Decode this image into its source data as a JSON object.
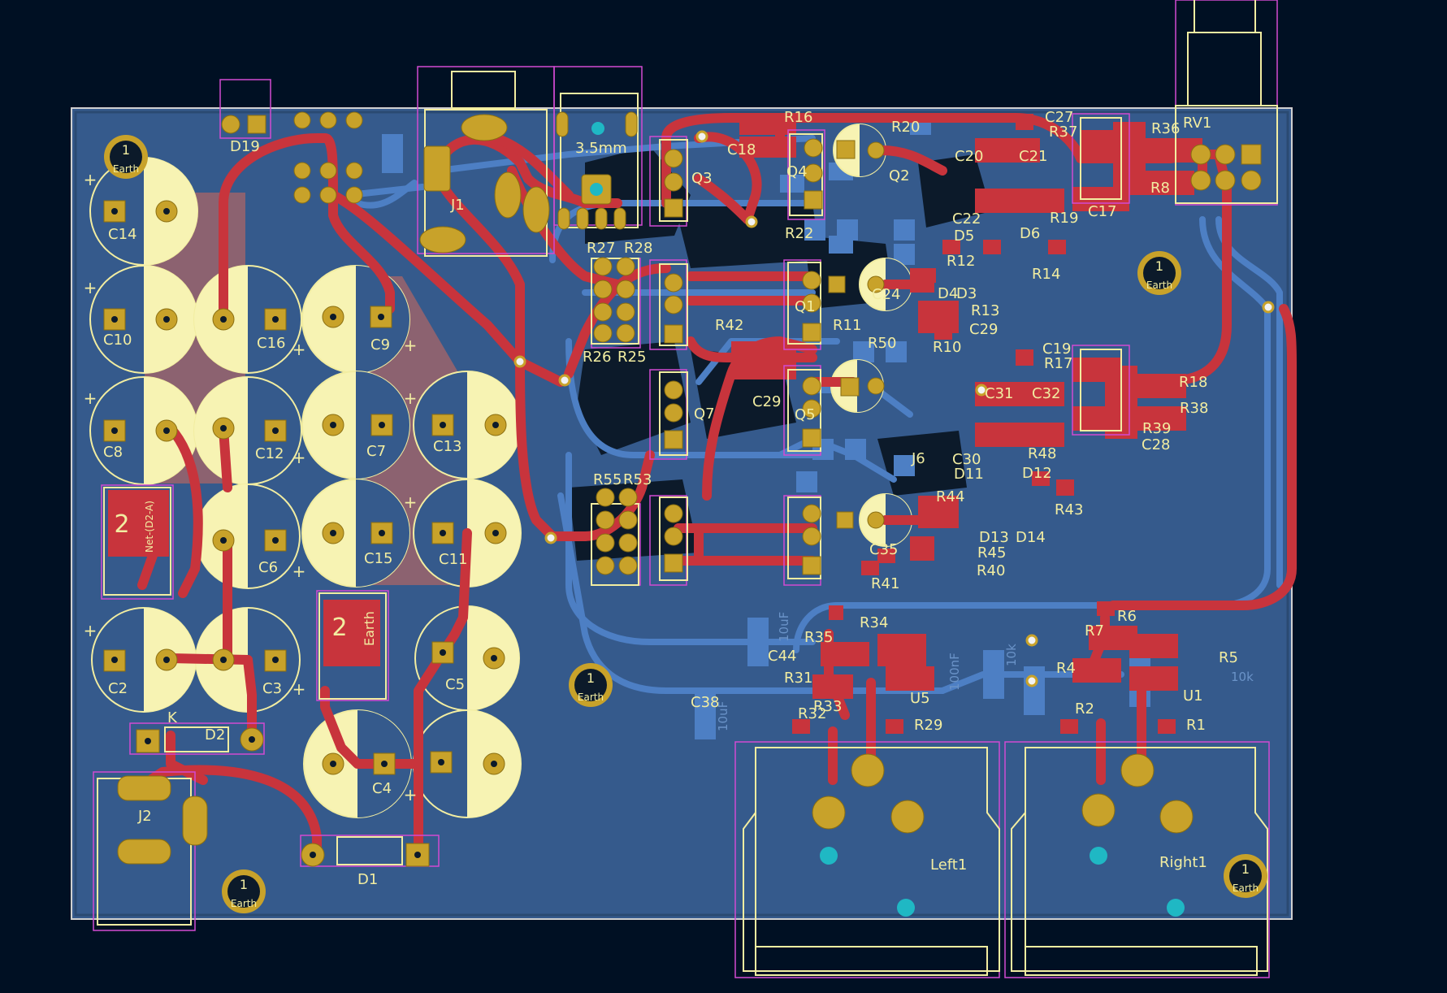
{
  "colors": {
    "background": "#001023",
    "board": "#2c4f7e",
    "board_fill": "#355a8c",
    "back_copper": "#4d7fc4",
    "front_copper": "#c8343c",
    "silkscreen": "#f2eda1",
    "pad": "#c8a22a",
    "courtyard": "#d24ad2",
    "drill": "#1fb8c4",
    "edge": "#d0d0d0",
    "cap_fill": "#f7f3b3"
  },
  "mounting_holes": {
    "pad": "1",
    "net": "Earth"
  },
  "reference_labels": [
    "D19",
    "C14",
    "C10",
    "C8",
    "C16",
    "C12",
    "C9",
    "C7",
    "C13",
    "C6",
    "C15",
    "C11",
    "C2",
    "C3",
    "C4",
    "C5",
    "D2",
    "D1",
    "J2",
    "J1",
    "3.5mm",
    "Q3",
    "Q4",
    "Q2",
    "Q1",
    "Q5",
    "Q7",
    "C18",
    "R16",
    "R20",
    "C27",
    "R37",
    "C29",
    "R36",
    "R8",
    "C20",
    "C21",
    "RV1",
    "C17",
    "R19",
    "C22",
    "D5",
    "D6",
    "R12",
    "R14",
    "D4",
    "D3",
    "R13",
    "R11",
    "C24",
    "R10",
    "R50",
    "C19",
    "R17",
    "R18",
    "R38",
    "C31",
    "C32",
    "R39",
    "C28",
    "R48",
    "R22",
    "R27",
    "R28",
    "R26",
    "R25",
    "R42",
    "C29",
    "C30",
    "J6",
    "D11",
    "D12",
    "R43",
    "R44",
    "C35",
    "D13",
    "D14",
    "R45",
    "R40",
    "R41",
    "R55",
    "R53",
    "R35",
    "R34",
    "C44",
    "R31",
    "U5",
    "R33",
    "R32",
    "R29",
    "R7",
    "R6",
    "R4",
    "R5",
    "U1",
    "R1",
    "R2",
    "C38",
    "Left1",
    "Right1",
    "K"
  ],
  "net_labels": {
    "d2a_pad": "2",
    "d2a_net": "Net-(D2-A)",
    "u4_pad": "2",
    "u4_net": "Earth",
    "cap_plus": "+"
  },
  "back_values": [
    "10k",
    "10k",
    "10uF",
    "10uF",
    "100nF"
  ]
}
